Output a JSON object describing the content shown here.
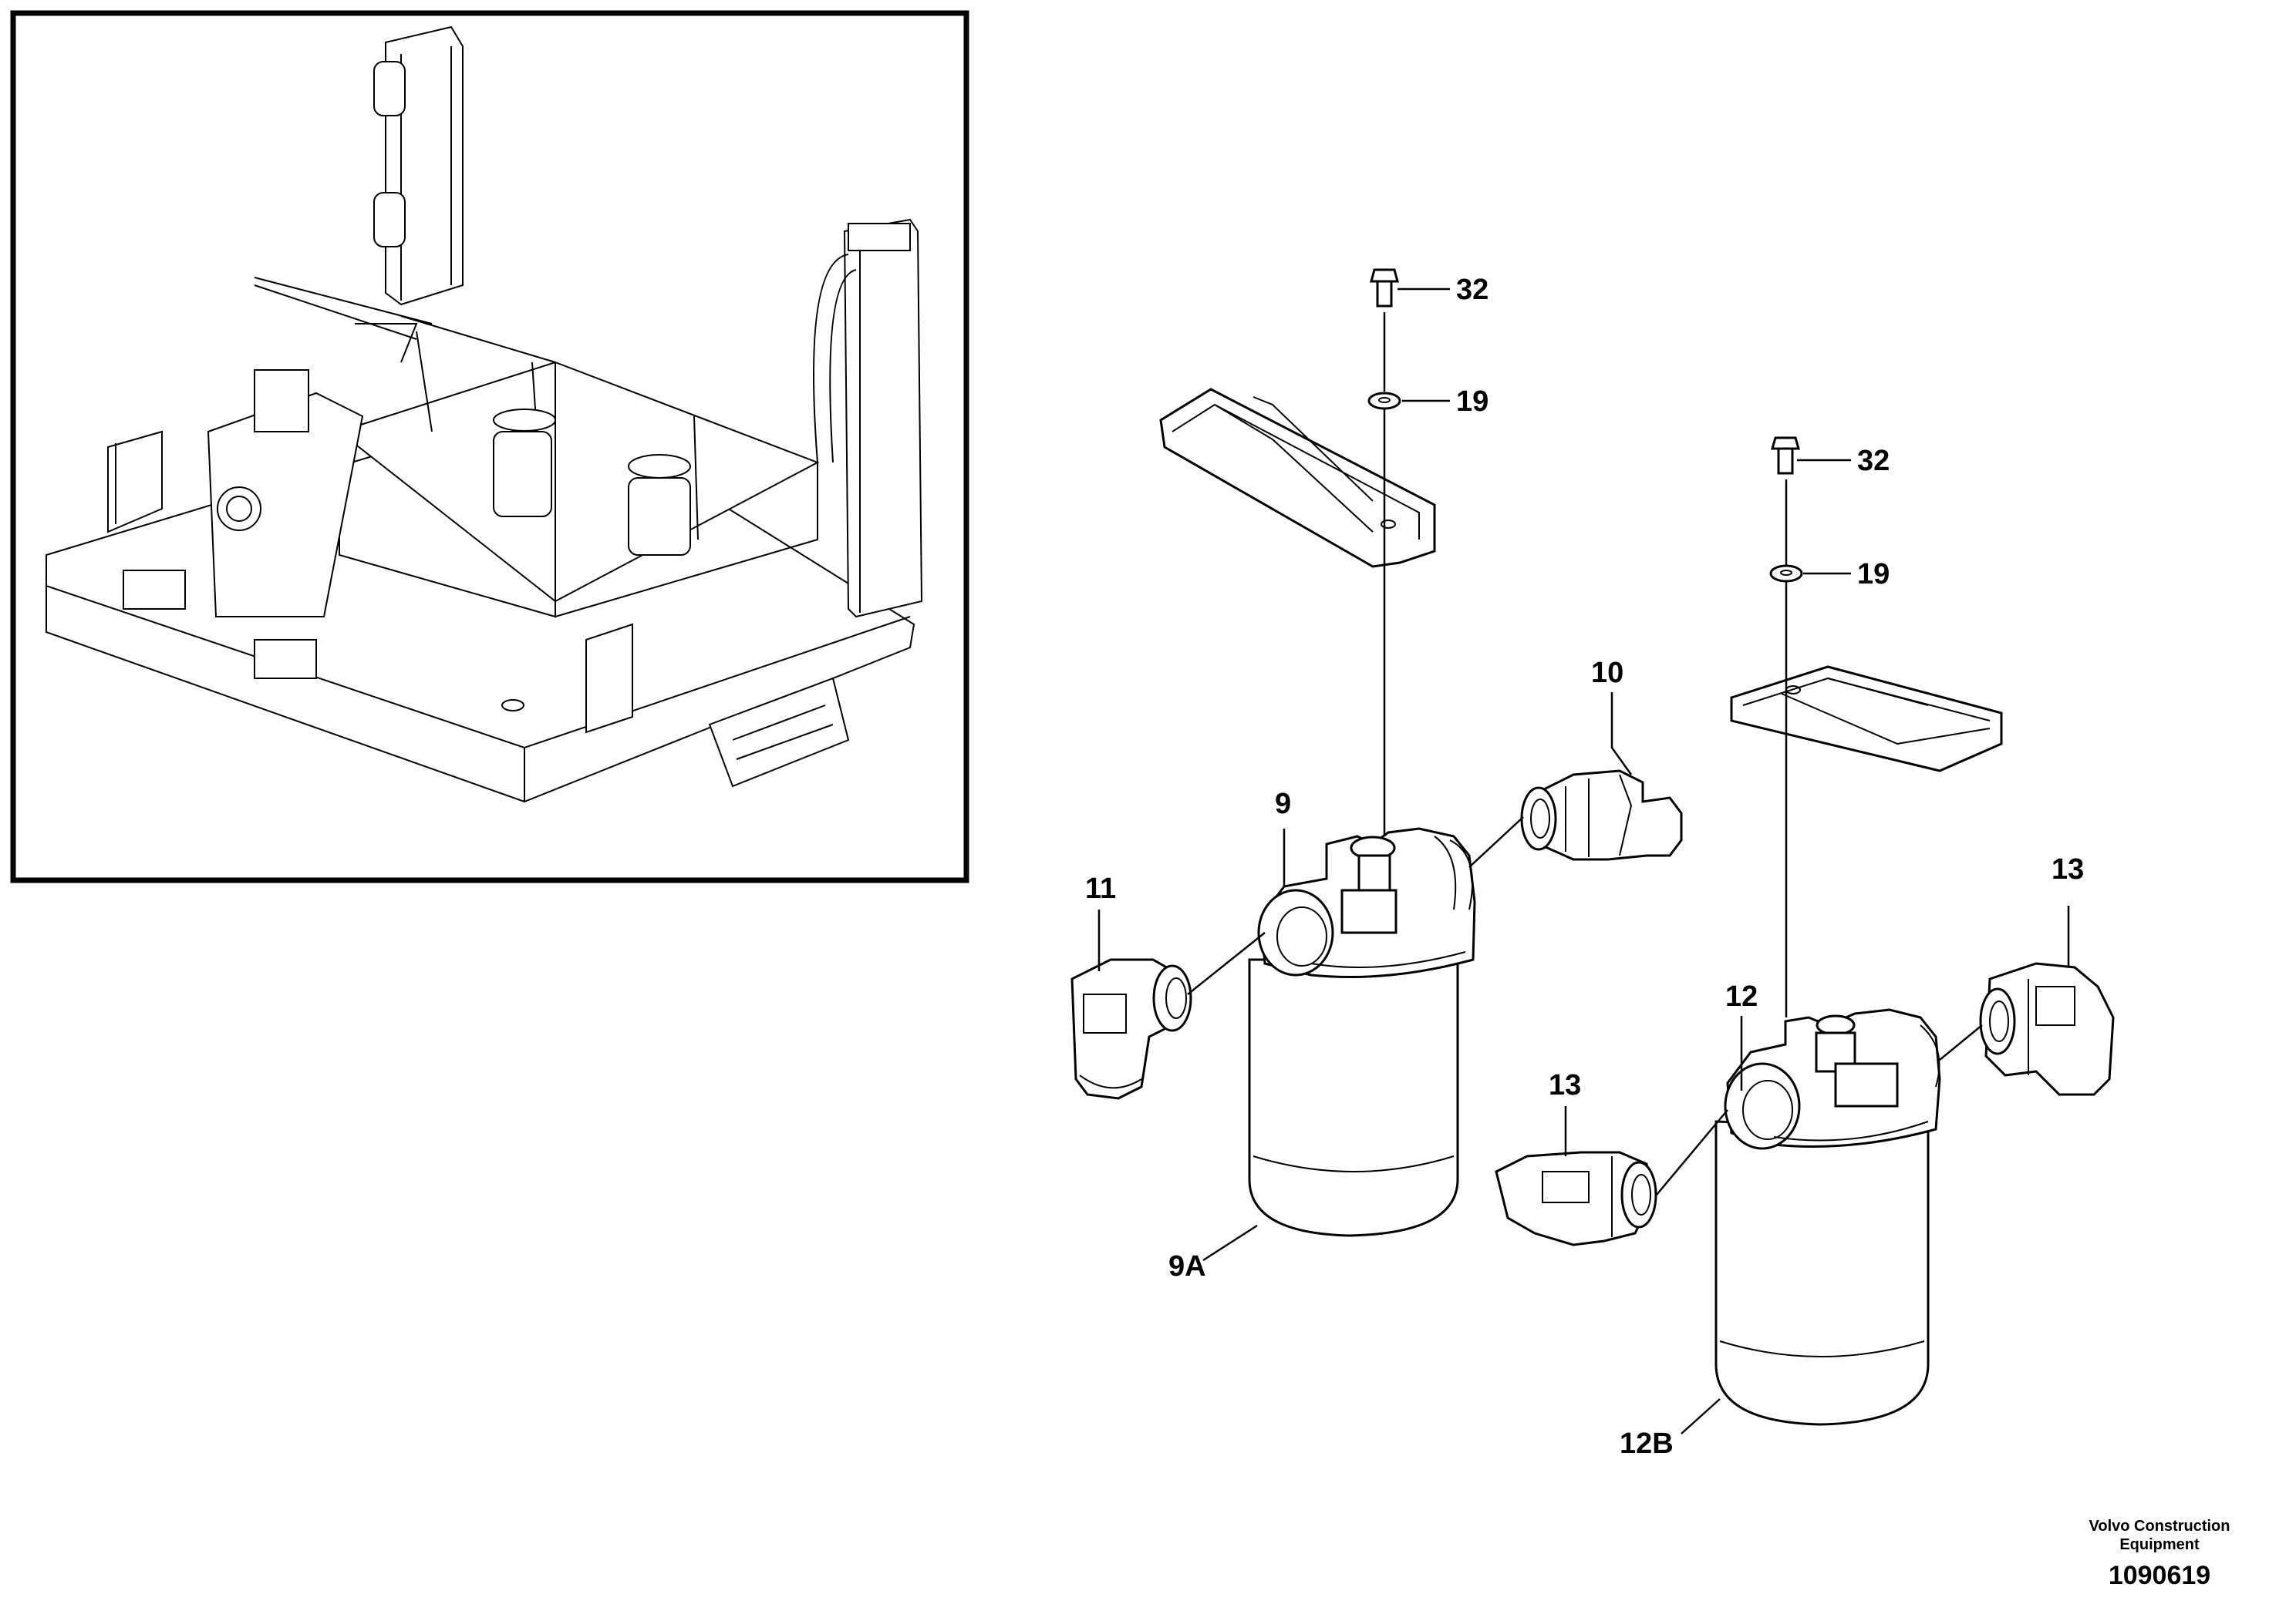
{
  "callouts": {
    "bolt_top": "32",
    "washer_top": "19",
    "bolt_right": "32",
    "washer_right": "19",
    "fitting_10": "10",
    "filter_9": "9",
    "fitting_11": "11",
    "element_9a": "9A",
    "fitting_13_right": "13",
    "filter_12": "12",
    "fitting_13_middle": "13",
    "element_12b": "12B"
  },
  "footer": {
    "company_line1": "Volvo Construction",
    "company_line2": "Equipment",
    "drawing_number": "1090619"
  }
}
